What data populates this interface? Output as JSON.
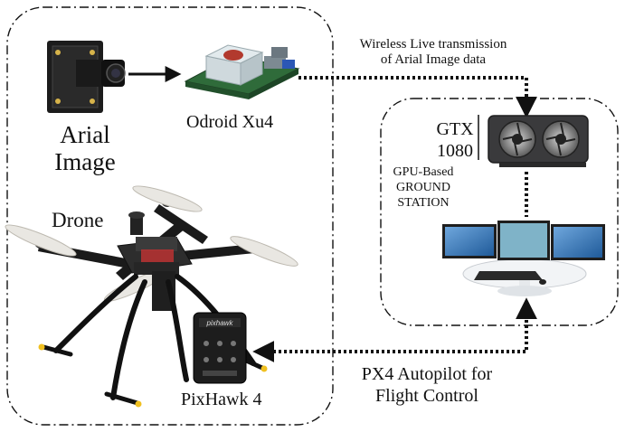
{
  "labels": {
    "arial_image_1": "Arial",
    "arial_image_2": "Image",
    "odroid": "Odroid Xu4",
    "wireless_1": "Wireless Live transmission",
    "wireless_2": "of Arial Image data",
    "gtx_1": "GTX",
    "gtx_2": "1080",
    "gpu_1": "GPU-Based",
    "gpu_2": "GROUND",
    "gpu_3": "STATION",
    "drone": "Drone",
    "pixhawk": "PixHawk 4",
    "pixhawk_board_text": "pixhawk",
    "px4_1": "PX4 Autopilot for",
    "px4_2": "Flight Control"
  },
  "colors": {
    "line": "#111111",
    "frame_black": "#1a1a1a",
    "prop_white": "#e9e7e2",
    "pcb_green": "#2f6b3a",
    "odroid_clear": "#cfd9dd",
    "gpu_gray": "#3a3a3c",
    "screen_blue": "#3d7fc4",
    "table_white": "#f2f4f6",
    "landing_tip_yellow": "#f0c020"
  }
}
